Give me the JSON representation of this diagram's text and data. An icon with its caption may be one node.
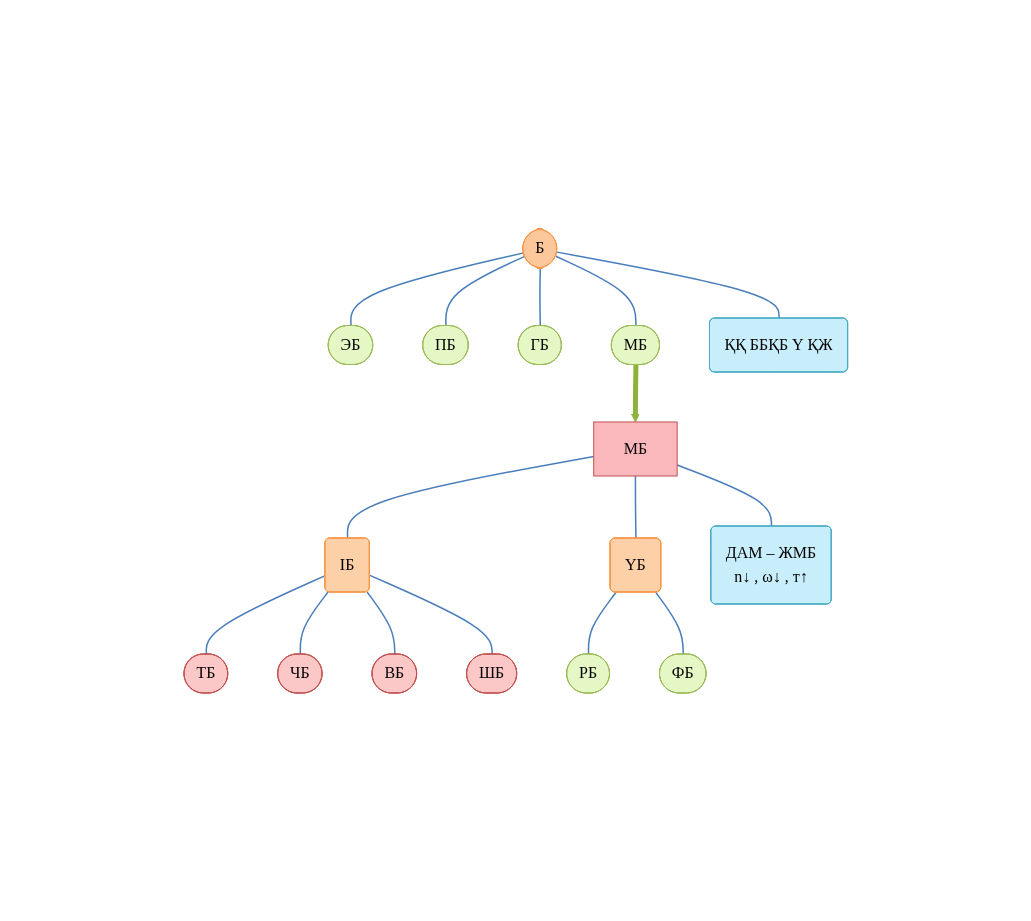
{
  "diagram": {
    "nodes": [
      {
        "text": [
          "Б"
        ]
      },
      {
        "text": [
          "ҚҚ  ББҚБ Ү  ҚЖ"
        ]
      },
      {
        "text": [
          "ЭБ"
        ]
      },
      {
        "text": [
          "ПБ"
        ]
      },
      {
        "text": [
          "ГБ"
        ]
      },
      {
        "text": [
          "МБ"
        ]
      },
      {
        "text": [
          "МБ"
        ]
      },
      {
        "text": [
          "ДАМ – ЖМБ",
          "n↓ , ω↓ , т↑"
        ]
      },
      {
        "text": [
          "ІБ"
        ]
      },
      {
        "text": [
          "ҮБ"
        ]
      },
      {
        "text": [
          "ТБ"
        ]
      },
      {
        "text": [
          "ЧБ"
        ]
      },
      {
        "text": [
          "ВБ"
        ]
      },
      {
        "text": [
          "ШБ"
        ]
      },
      {
        "text": [
          "РБ"
        ]
      },
      {
        "text": [
          "ФБ"
        ]
      }
    ],
    "edges": [
      {
        "from": 0,
        "to": 1,
        "arrow": "none"
      },
      {
        "from": 0,
        "to": 2,
        "arrow": "none"
      },
      {
        "from": 0,
        "to": 3,
        "arrow": "none"
      },
      {
        "from": 0,
        "to": 4,
        "arrow": "none"
      },
      {
        "from": 0,
        "to": 5,
        "arrow": "none"
      },
      {
        "from": 5,
        "to": 6,
        "arrow": "to",
        "style": "thick",
        "color": "#8eb33b"
      },
      {
        "from": 6,
        "to": 7,
        "arrow": "none"
      },
      {
        "from": 6,
        "to": 8,
        "arrow": "none"
      },
      {
        "from": 6,
        "to": 9,
        "arrow": "none"
      },
      {
        "from": 8,
        "to": 10,
        "arrow": "none"
      },
      {
        "from": 8,
        "to": 11,
        "arrow": "none"
      },
      {
        "from": 8,
        "to": 12,
        "arrow": "none"
      },
      {
        "from": 8,
        "to": 13,
        "arrow": "none"
      },
      {
        "from": 9,
        "to": 14,
        "arrow": "none"
      },
      {
        "from": 9,
        "to": 15,
        "arrow": "none"
      }
    ]
  }
}
